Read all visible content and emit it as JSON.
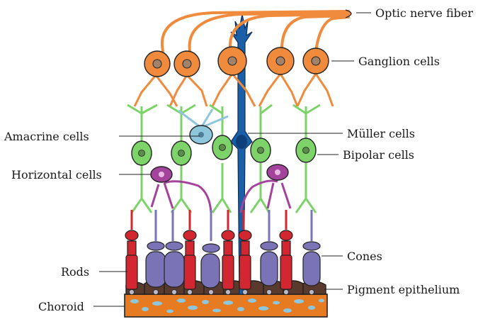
{
  "labels": {
    "optic_nerve_fiber": "Optic nerve fiber",
    "ganglion_cells": "Ganglion cells",
    "amacrine_cells": "Amacrine cells",
    "muller_cells": "Müller cells",
    "bipolar_cells": "Bipolar cells",
    "horizontal_cells": "Horizontal cells",
    "rods": "Rods",
    "cones": "Cones",
    "pigment_epithelium": "Pigment epithelium",
    "choroid": "Choroid"
  },
  "colors": {
    "ganglion": "#f08a3c",
    "bipolar": "#7dd36a",
    "amacrine": "#8ec6dc",
    "horizontal": "#a4439c",
    "muller": "#1b5fa8",
    "rod": "#d22630",
    "cone": "#7a74b6",
    "pigment": "#5a3a2c",
    "choroid": "#e67b21",
    "choroid_spots": "#8ec6dc"
  }
}
